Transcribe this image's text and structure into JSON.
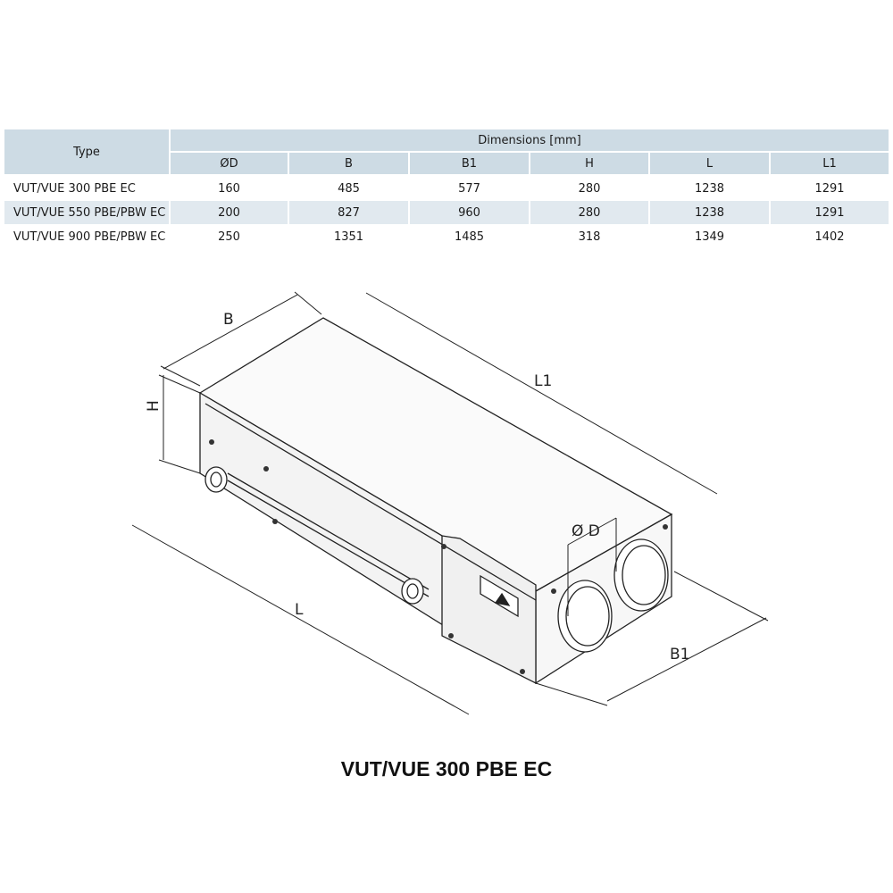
{
  "table": {
    "type_header": "Type",
    "group_header": "Dimensions [mm]",
    "columns": [
      "ØD",
      "B",
      "B1",
      "H",
      "L",
      "L1"
    ],
    "rows": [
      {
        "type": "VUT/VUE 300 PBE EC",
        "values": [
          "160",
          "485",
          "577",
          "280",
          "1238",
          "1291"
        ]
      },
      {
        "type": "VUT/VUE 550 PBE/PBW EC",
        "values": [
          "200",
          "827",
          "960",
          "280",
          "1238",
          "1291"
        ]
      },
      {
        "type": "VUT/VUE 900 PBE/PBW EC",
        "values": [
          "250",
          "1351",
          "1485",
          "318",
          "1349",
          "1402"
        ]
      }
    ]
  },
  "drawing": {
    "labels": {
      "B": "B",
      "H": "H",
      "L1": "L1",
      "L": "L",
      "B1": "B1",
      "D": "Ø D"
    }
  },
  "title": "VUT/VUE 300 PBE EC"
}
